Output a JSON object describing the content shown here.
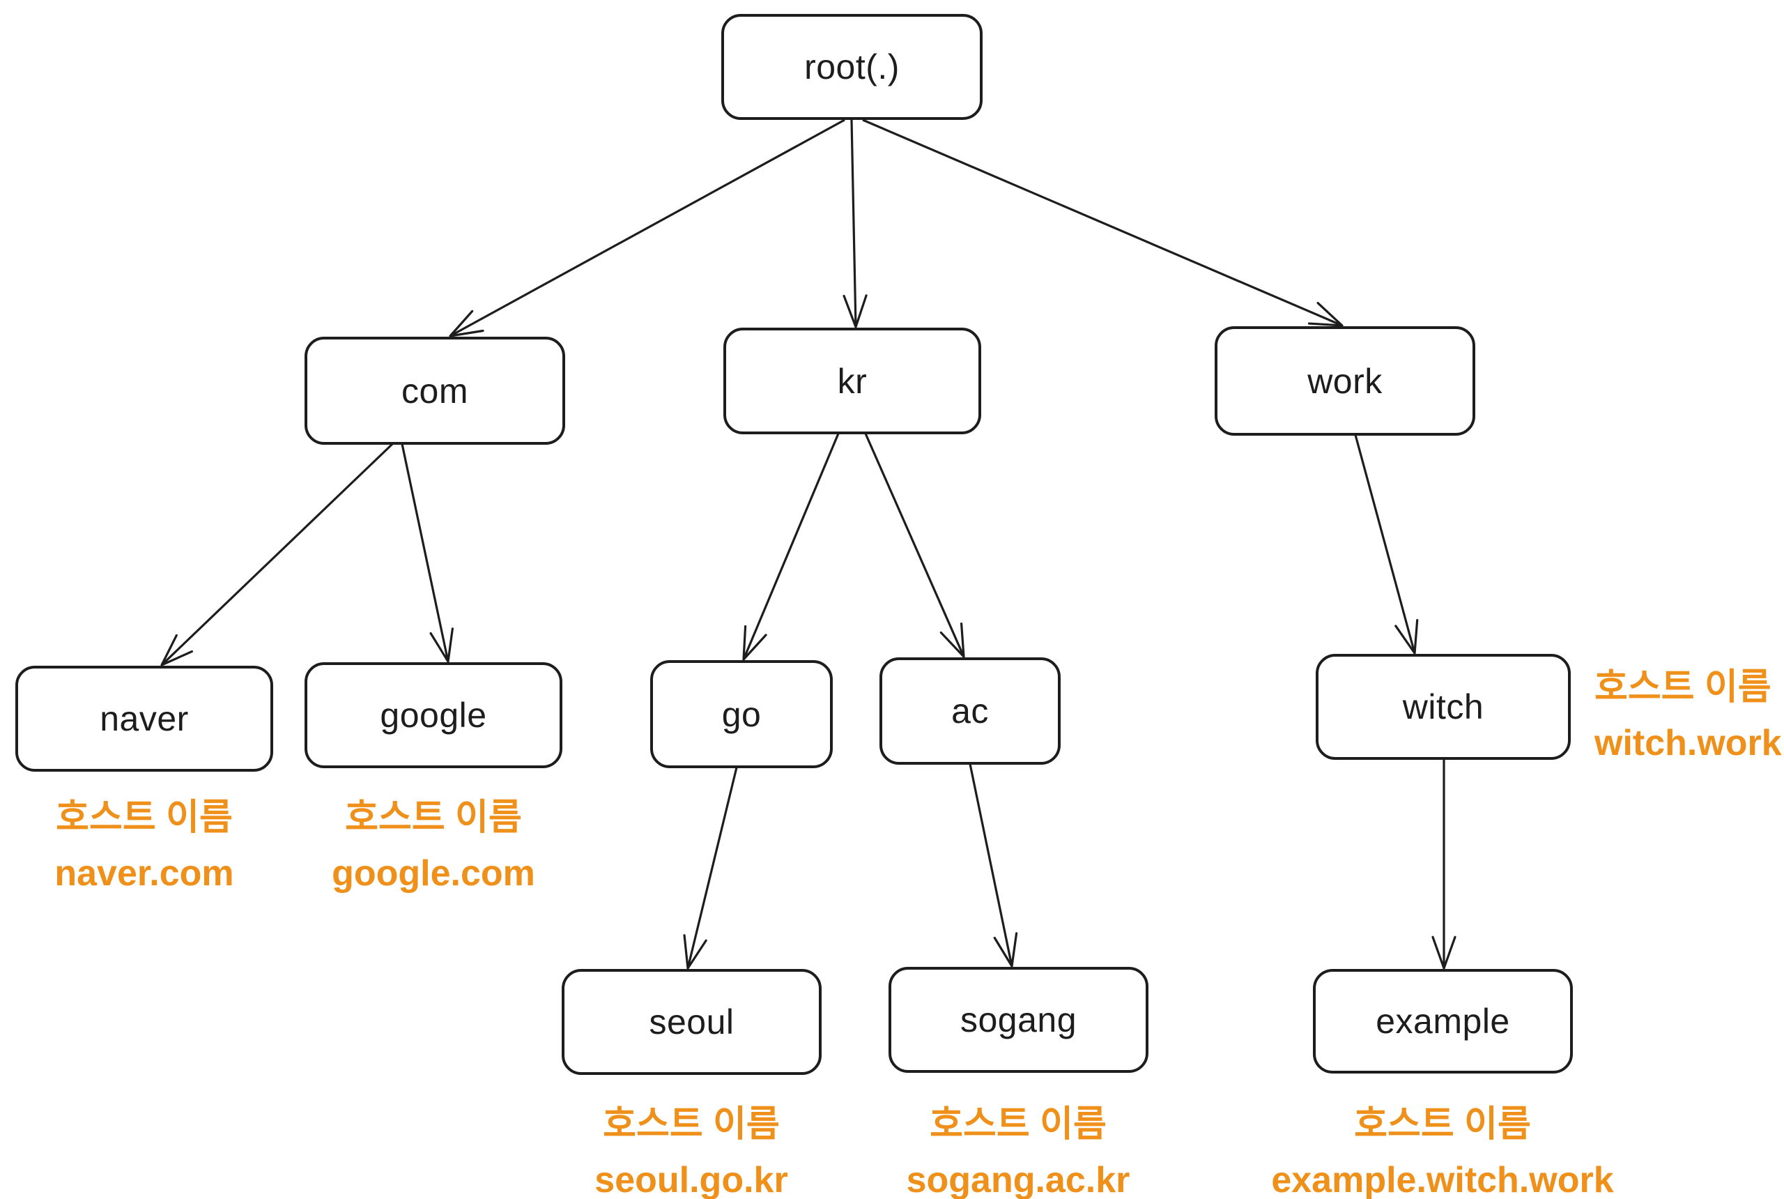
{
  "diagram": {
    "type": "tree",
    "description": "DNS domain name hierarchy tree",
    "colors": {
      "bg": "#ffffff",
      "ink": "#1d1d1d",
      "accent": "#ee9019"
    },
    "nodes": [
      {
        "id": "root",
        "label": "root(.)"
      },
      {
        "id": "com",
        "label": "com"
      },
      {
        "id": "kr",
        "label": "kr"
      },
      {
        "id": "work",
        "label": "work"
      },
      {
        "id": "naver",
        "label": "naver"
      },
      {
        "id": "google",
        "label": "google"
      },
      {
        "id": "go",
        "label": "go"
      },
      {
        "id": "ac",
        "label": "ac"
      },
      {
        "id": "witch",
        "label": "witch"
      },
      {
        "id": "seoul",
        "label": "seoul"
      },
      {
        "id": "sogang",
        "label": "sogang"
      },
      {
        "id": "example",
        "label": "example"
      }
    ],
    "edges": [
      {
        "from": "root",
        "to": "com"
      },
      {
        "from": "root",
        "to": "kr"
      },
      {
        "from": "root",
        "to": "work"
      },
      {
        "from": "com",
        "to": "naver"
      },
      {
        "from": "com",
        "to": "google"
      },
      {
        "from": "kr",
        "to": "go"
      },
      {
        "from": "kr",
        "to": "ac"
      },
      {
        "from": "work",
        "to": "witch"
      },
      {
        "from": "go",
        "to": "seoul"
      },
      {
        "from": "ac",
        "to": "sogang"
      },
      {
        "from": "witch",
        "to": "example"
      }
    ],
    "annotations": [
      {
        "target": "naver",
        "line1": "호스트 이름",
        "line2": "naver.com"
      },
      {
        "target": "google",
        "line1": "호스트 이름",
        "line2": "google.com"
      },
      {
        "target": "witch",
        "line1": "호스트 이름",
        "line2": "witch.work"
      },
      {
        "target": "seoul",
        "line1": "호스트 이름",
        "line2": "seoul.go.kr"
      },
      {
        "target": "sogang",
        "line1": "호스트 이름",
        "line2": "sogang.ac.kr"
      },
      {
        "target": "example",
        "line1": "호스트 이름",
        "line2": "example.witch.work"
      }
    ]
  }
}
